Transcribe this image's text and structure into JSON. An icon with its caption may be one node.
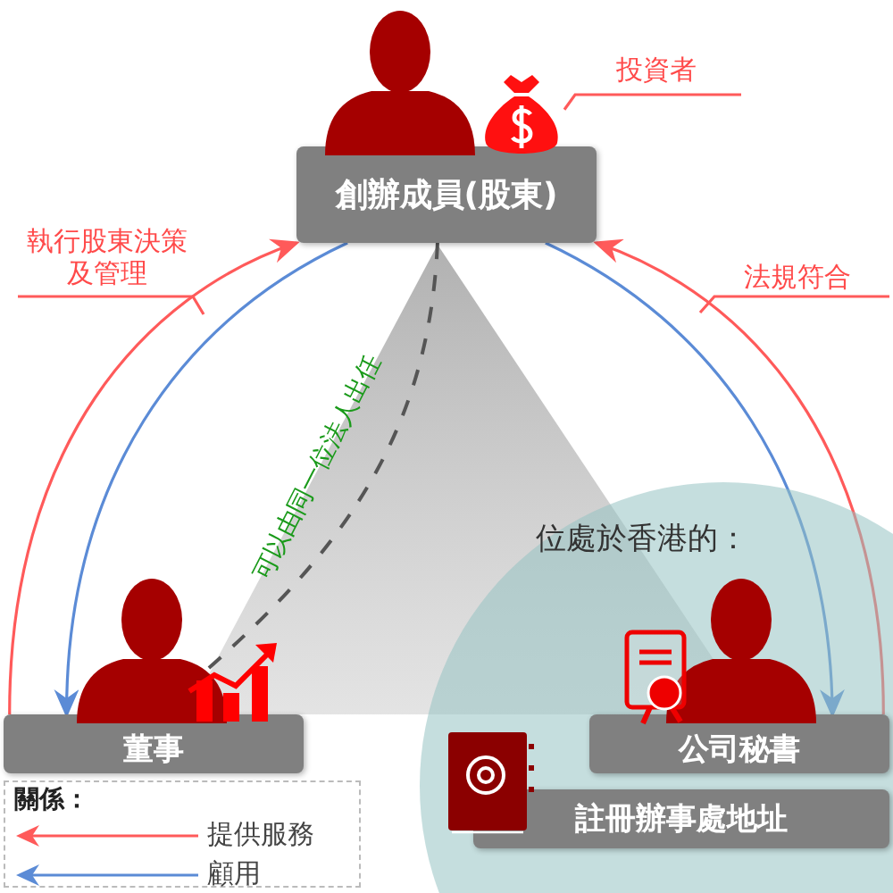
{
  "diagram": {
    "nodes": [
      {
        "text": [
          "創辦成員(股東)"
        ]
      },
      {
        "text": [
          "投資者"
        ]
      },
      {
        "text": [],
        "shape": "picture"
      },
      {
        "text": [
          "執行股東決策及管理"
        ]
      },
      {
        "text": [
          "法規符合"
        ]
      },
      {
        "text": [
          "董事"
        ]
      },
      {
        "text": [
          "位處於香港的："
        ]
      },
      {
        "text": [
          "公司秘書"
        ],
        "in": 6
      },
      {
        "text": [
          "註冊辦事處地址"
        ],
        "in": 6
      }
    ],
    "edges": [
      {
        "from": 5,
        "to": 0,
        "arrow": "to",
        "color": "#ff5a5a"
      },
      {
        "from": 0,
        "to": 5,
        "arrow": "to",
        "color": "#5b8bd6"
      },
      {
        "from": 7,
        "to": 0,
        "arrow": "to",
        "color": "#ff5a5a"
      },
      {
        "from": 0,
        "to": 7,
        "arrow": "to",
        "color": "#5b8bd6"
      },
      {
        "from": 0,
        "to": 5,
        "arrow": "none",
        "style": "dashed",
        "color": "#555555",
        "label": "可以由同一位法人出任"
      },
      {
        "from": 1,
        "to": 2,
        "arrow": "none",
        "color": "#ff5a5a"
      },
      {
        "from": 3,
        "to": null,
        "arrow": "none",
        "color": "#ff5a5a"
      },
      {
        "from": 4,
        "to": null,
        "arrow": "none",
        "color": "#ff5a5a"
      }
    ],
    "labels": [
      "關係："
    ],
    "legend": [
      {
        "text": "提供服務"
      },
      {
        "text": "顧用"
      }
    ]
  }
}
